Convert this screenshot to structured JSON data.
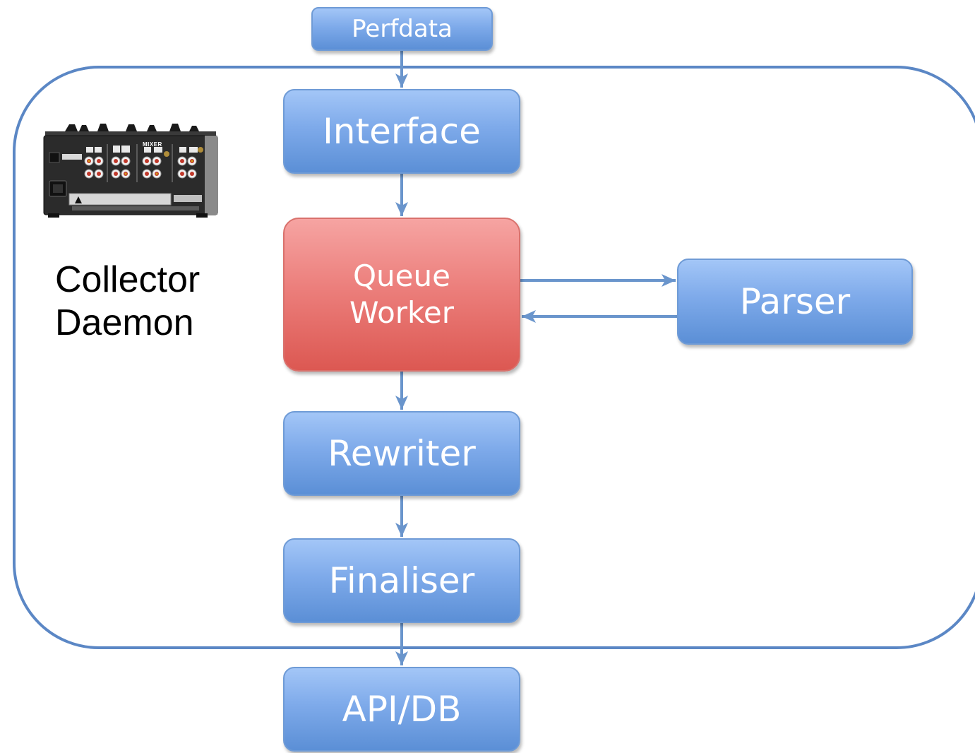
{
  "diagram": {
    "container": {
      "label_line1": "Collector",
      "label_line2": "Daemon"
    },
    "nodes": {
      "perfdata": "Perfdata",
      "interface": "Interface",
      "queue_worker_line1": "Queue",
      "queue_worker_line2": "Worker",
      "parser": "Parser",
      "rewriter": "Rewriter",
      "finaliser": "Finaliser",
      "api_db": "API/DB"
    },
    "image": {
      "name": "audio mixer back panel photo",
      "label": "MIXER"
    },
    "colors": {
      "node_blue": "#7eaaea",
      "node_red": "#ec7f7c",
      "connector": "#6a95cc",
      "container_border": "#5b87c5"
    }
  }
}
